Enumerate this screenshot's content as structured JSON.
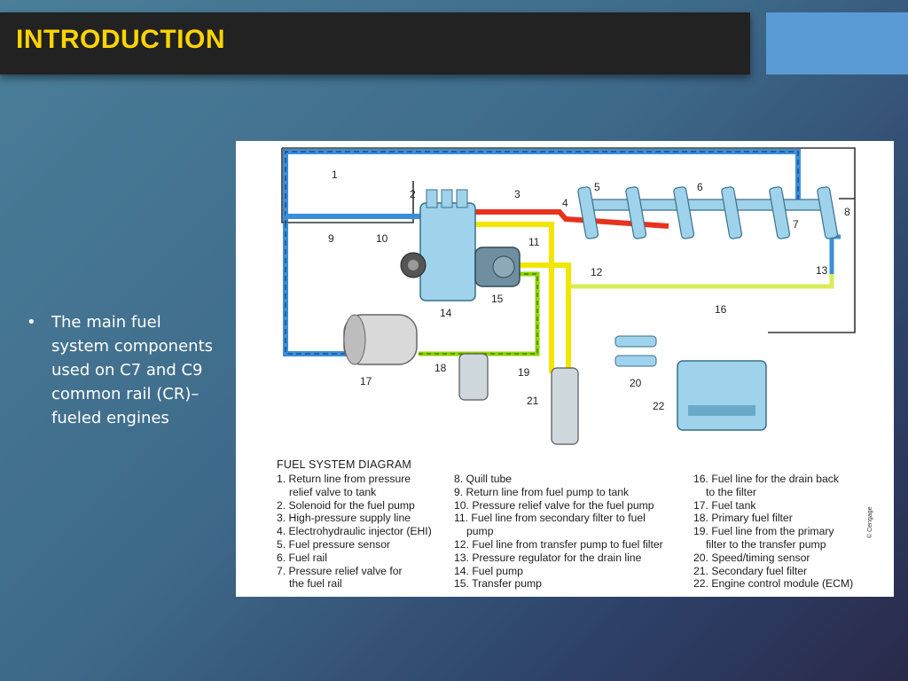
{
  "slide": {
    "title": "INTRODUCTION",
    "bullet_symbol": "•",
    "bullet_text": "The main fuel system components used on C7 and C9 common rail (CR)–fueled engines"
  },
  "diagram": {
    "title": "FUEL SYSTEM DIAGRAM",
    "credit": "© Cengage",
    "numbers": [
      "1",
      "2",
      "3",
      "4",
      "5",
      "6",
      "7",
      "8",
      "9",
      "10",
      "11",
      "12",
      "13",
      "14",
      "15",
      "16",
      "17",
      "18",
      "19",
      "20",
      "21",
      "22"
    ],
    "legend_col1": [
      "1. Return line from pressure",
      "relief valve to tank",
      "2. Solenoid for the fuel pump",
      "3. High-pressure supply line",
      "4. Electrohydraulic injector (EHI)",
      "5. Fuel pressure sensor",
      "6. Fuel rail",
      "7. Pressure relief valve for",
      "the fuel rail"
    ],
    "legend_col2": [
      "8. Quill tube",
      "9. Return line from fuel pump to tank",
      "10. Pressure relief valve for the fuel pump",
      "11. Fuel line from secondary filter to fuel",
      "pump",
      "12. Fuel line from transfer pump to fuel filter",
      "13. Pressure regulator for the drain line",
      "14. Fuel pump",
      "15. Transfer pump"
    ],
    "legend_col3": [
      "16. Fuel line for the drain back",
      "to the filter",
      "17. Fuel tank",
      "18. Primary fuel filter",
      "19. Fuel line from the primary",
      "filter to the transfer pump",
      "20. Speed/timing sensor",
      "21. Secondary fuel filter",
      "22. Engine control module (ECM)"
    ]
  },
  "colors": {
    "title_text": "#ffd400",
    "title_bar": "#222222",
    "accent": "#5b9bd5",
    "low_pressure_return": "#3b8fd8",
    "high_pressure": "#e8321e",
    "supply_yellow": "#f2e600",
    "primary_green": "#8fd400",
    "component_blue": "#9fd3ec"
  }
}
